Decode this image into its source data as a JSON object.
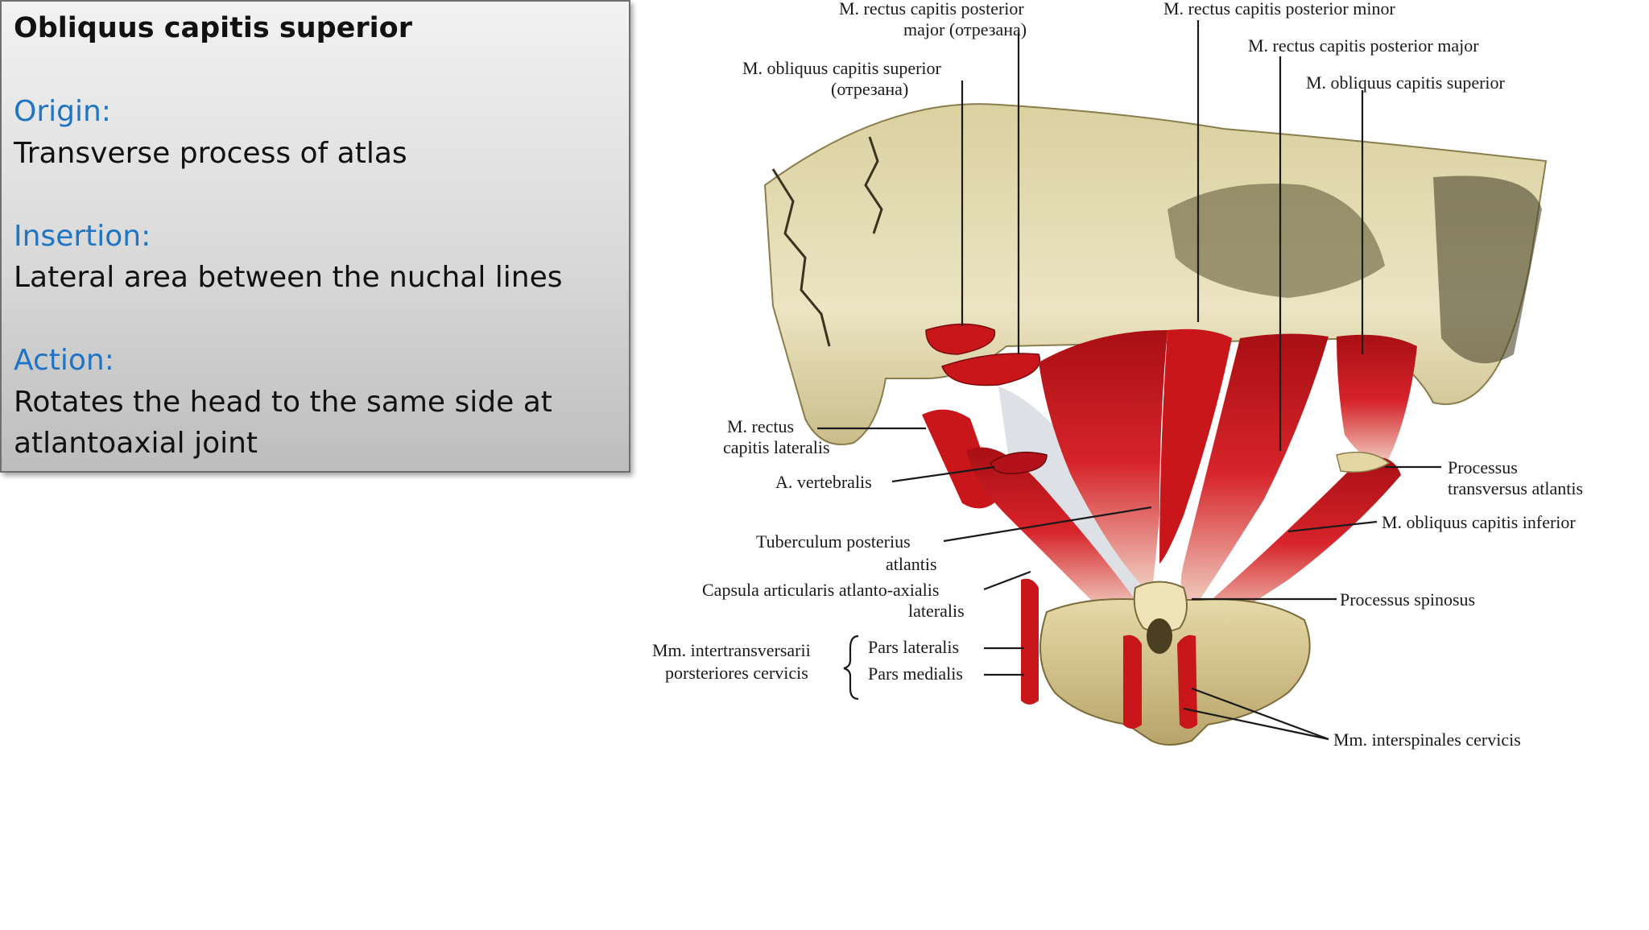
{
  "info": {
    "title": "Obliquus capitis  superior",
    "origin_heading": "Origin:",
    "origin_text": "Transverse process of  atlas",
    "insertion_heading": "Insertion:",
    "insertion_text": "Lateral area between the nuchal lines",
    "action_heading": "Action:",
    "action_text_1": "Rotates the head to the same  side at",
    "action_text_2": "atlantoaxial joint"
  },
  "labels": {
    "rectus_major_cut_1": "M. rectus capitis posterior",
    "rectus_major_cut_2": "major (отрезана)",
    "rectus_minor": "M. rectus capitis posterior minor",
    "obliquus_sup_cut_1": "M. obliquus capitis superior",
    "obliquus_sup_cut_2": "(отрезана)",
    "rectus_major": "M. rectus capitis posterior major",
    "obliquus_sup": "M. obliquus capitis superior",
    "rectus_lat_1": "M. rectus",
    "rectus_lat_2": "capitis lateralis",
    "vertebralis": "A. vertebralis",
    "tuberculum_1": "Tuberculum posterius",
    "tuberculum_2": "atlantis",
    "capsula_1": "Capsula articularis atlanto-axialis",
    "capsula_2": "lateralis",
    "intertrans_1": "Mm. intertransversarii",
    "intertrans_2": "porsteriores cervicis",
    "pars_lat": "Pars lateralis",
    "pars_med": "Pars medialis",
    "proc_trans_1": "Processus",
    "proc_trans_2": "transversus atlantis",
    "obliquus_inf": "M. obliquus capitis inferior",
    "proc_spin": "Processus spinosus",
    "interspinales": "Mm. interspinales cervicis"
  },
  "colors": {
    "muscle": "#c8161b",
    "bone": "#e8dcae",
    "heading": "#1f74c4"
  }
}
